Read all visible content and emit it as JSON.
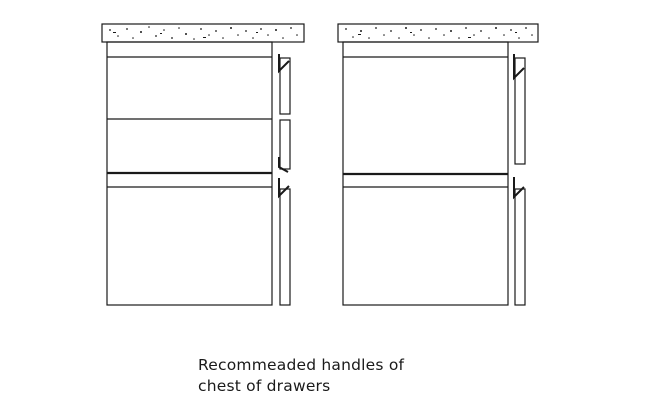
{
  "caption": {
    "line1": "Recommeaded handles of",
    "line2": "chest of drawers"
  },
  "colors": {
    "stroke": "#1a1a1a",
    "background": "#ffffff"
  },
  "figures": [
    {
      "name": "cabinet-three-drawers",
      "countertop": "granite",
      "drawers": 3,
      "handle_profiles": 3
    },
    {
      "name": "cabinet-two-drawers",
      "countertop": "granite",
      "drawers": 2,
      "handle_profiles": 2
    }
  ]
}
